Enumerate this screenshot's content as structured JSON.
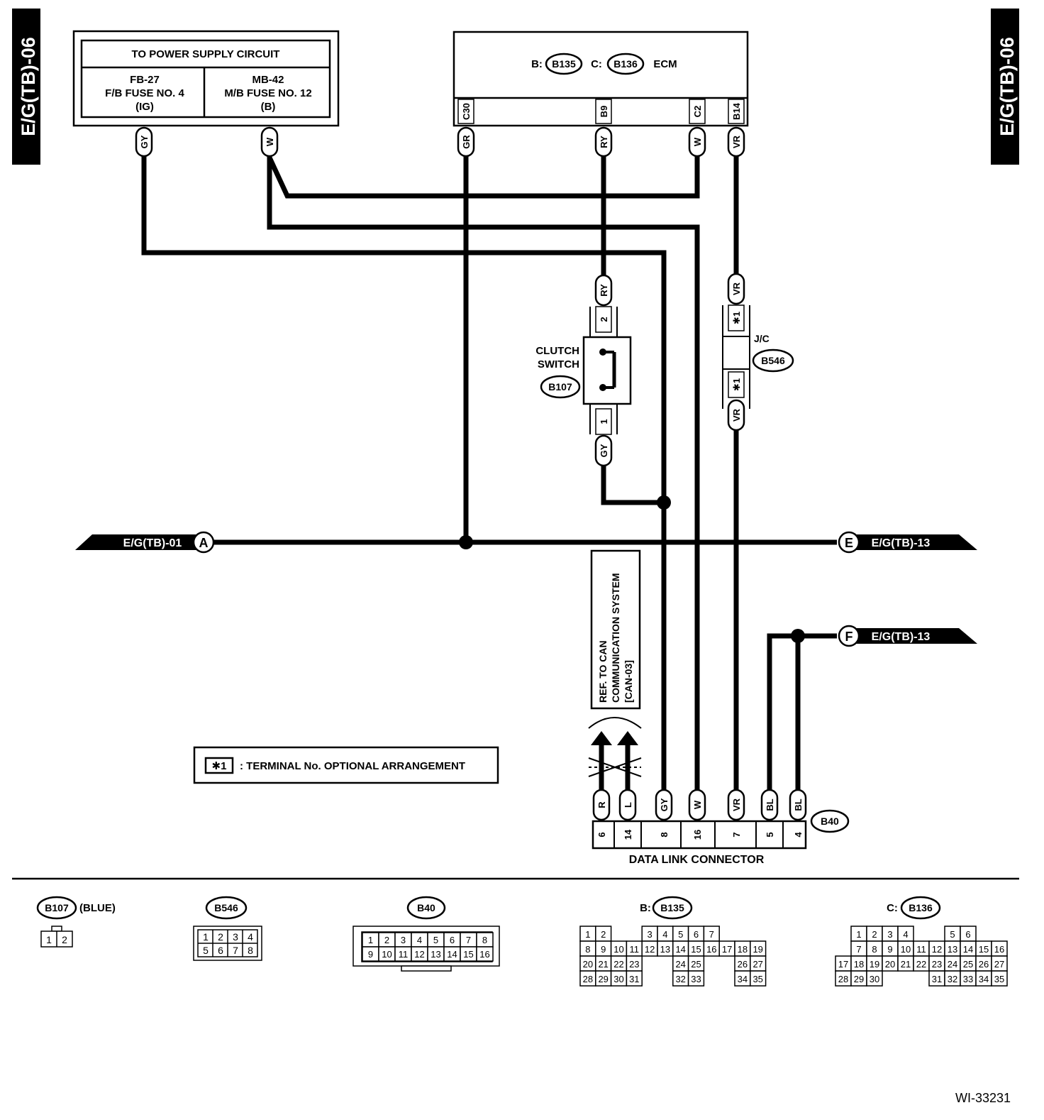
{
  "side_tab": {
    "label": "E/G(TB)-06"
  },
  "power_box": {
    "title": "TO POWER SUPPLY CIRCUIT",
    "left": {
      "line1": "FB-27",
      "line2": "F/B FUSE NO. 4",
      "line3": "(IG)"
    },
    "right": {
      "line1": "MB-42",
      "line2": "M/B FUSE NO. 12",
      "line3": "(B)"
    }
  },
  "ecm": {
    "prefix_b": "B:",
    "conn_b": "B135",
    "prefix_c": "C:",
    "conn_c": "B136",
    "name": "ECM",
    "terminals": [
      "C30",
      "B9",
      "C2",
      "B14"
    ]
  },
  "wire_colors": {
    "gy_power": "GY",
    "w_power": "W",
    "gr_c30": "GR",
    "ry_b9": "RY",
    "w_c2": "W",
    "vr_b14": "VR",
    "ry_switch": "RY",
    "gy_switch": "GY",
    "vr_jc_top": "VR",
    "vr_jc_bottom": "VR"
  },
  "clutch_switch": {
    "line1": "CLUTCH",
    "line2": "SWITCH",
    "conn": "B107",
    "pin_top": "2",
    "pin_bottom": "1"
  },
  "joint_connector": {
    "label": "J/C",
    "conn": "B546",
    "pin_top": "✱1",
    "pin_bottom": "✱1"
  },
  "connectors_offpage": {
    "a": {
      "letter": "A",
      "label": "E/G(TB)-01"
    },
    "e": {
      "letter": "E",
      "label": "E/G(TB)-13"
    },
    "f": {
      "letter": "F",
      "label": "E/G(TB)-13"
    }
  },
  "can_reference": {
    "line1": "REF. TO CAN",
    "line2": "COMMUNICATION SYSTEM",
    "line3": "[CAN-03]"
  },
  "note": {
    "symbol": "✱1",
    "text": ": TERMINAL No. OPTIONAL ARRANGEMENT"
  },
  "data_link": {
    "title": "DATA LINK CONNECTOR",
    "conn": "B40",
    "pins": [
      {
        "wire": "R",
        "pin": "6"
      },
      {
        "wire": "L",
        "pin": "14"
      },
      {
        "wire": "GY",
        "pin": "8"
      },
      {
        "wire": "W",
        "pin": "16"
      },
      {
        "wire": "VR",
        "pin": "7"
      },
      {
        "wire": "BL",
        "pin": "5"
      },
      {
        "wire": "BL",
        "pin": "4"
      }
    ]
  },
  "legend": {
    "b107": {
      "conn": "B107",
      "color_note": "(BLUE)",
      "pins": [
        "1",
        "2"
      ]
    },
    "b546": {
      "conn": "B546",
      "rows": [
        [
          "1",
          "2",
          "3",
          "4"
        ],
        [
          "5",
          "6",
          "7",
          "8"
        ]
      ]
    },
    "b40": {
      "conn": "B40",
      "rows": [
        [
          "1",
          "2",
          "3",
          "4",
          "5",
          "6",
          "7",
          "8"
        ],
        [
          "9",
          "10",
          "11",
          "12",
          "13",
          "14",
          "15",
          "16"
        ]
      ]
    },
    "b135": {
      "prefix": "B:",
      "conn": "B135",
      "rows": [
        [
          "1",
          "2",
          "",
          "",
          "3",
          "4",
          "5",
          "6",
          "7"
        ],
        [
          "8",
          "9",
          "10",
          "11",
          "12",
          "13",
          "14",
          "15",
          "16",
          "17",
          "18",
          "19"
        ],
        [
          "20",
          "21",
          "22",
          "23",
          "",
          "",
          "24",
          "25",
          "",
          "",
          "26",
          "27"
        ],
        [
          "28",
          "29",
          "30",
          "31",
          "",
          "",
          "32",
          "33",
          "",
          "",
          "34",
          "35"
        ]
      ]
    },
    "b136": {
      "prefix": "C:",
      "conn": "B136",
      "rows": [
        [
          "",
          "1",
          "2",
          "3",
          "4",
          "",
          "",
          "5",
          "6"
        ],
        [
          "",
          "7",
          "8",
          "9",
          "10",
          "11",
          "12",
          "13",
          "14",
          "15",
          "16"
        ],
        [
          "17",
          "18",
          "19",
          "20",
          "21",
          "22",
          "23",
          "24",
          "25",
          "26",
          "27"
        ],
        [
          "28",
          "29",
          "30",
          "",
          "",
          "",
          "31",
          "32",
          "33",
          "34",
          "35"
        ]
      ]
    }
  },
  "figure_id": "WI-33231"
}
